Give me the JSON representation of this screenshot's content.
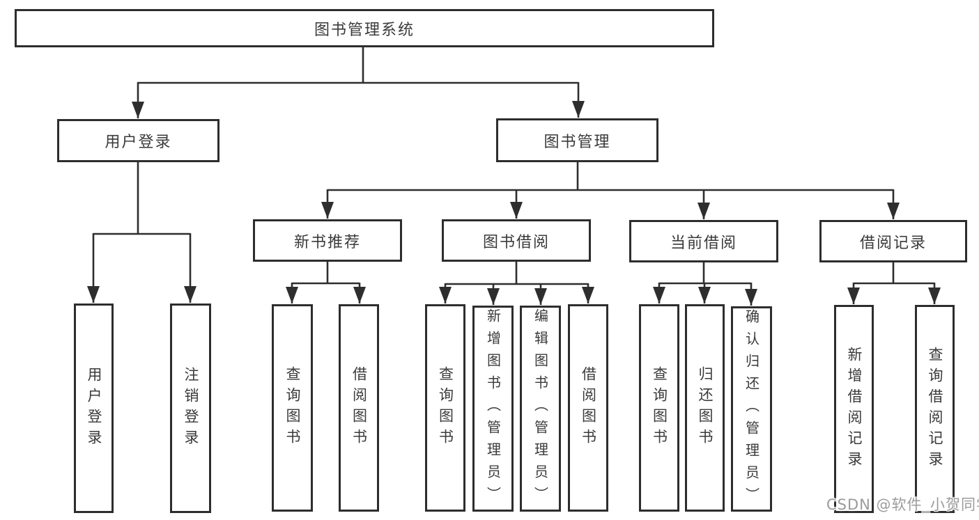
{
  "watermark": "CSDN @软件_小贺同学",
  "colors": {
    "line": "#2e2e2e",
    "box_border": "#2d2d2d",
    "text": "#3a3a3a",
    "watermark_text": "#9b9b9b",
    "background": "#ffffff"
  },
  "tree": {
    "label": "图书管理系统",
    "children": [
      {
        "label": "用户登录",
        "children": [
          {
            "label": "用户登录"
          },
          {
            "label": "注销登录"
          }
        ]
      },
      {
        "label": "图书管理",
        "children": [
          {
            "label": "新书推荐",
            "children": [
              {
                "label": "查询图书"
              },
              {
                "label": "借阅图书"
              }
            ]
          },
          {
            "label": "图书借阅",
            "children": [
              {
                "label": "查询图书"
              },
              {
                "label": "新增图书（管理员）"
              },
              {
                "label": "编辑图书（管理员）"
              },
              {
                "label": "借阅图书"
              }
            ]
          },
          {
            "label": "当前借阅",
            "children": [
              {
                "label": "查询图书"
              },
              {
                "label": "归还图书"
              },
              {
                "label": "确认归还（管理员）"
              }
            ]
          },
          {
            "label": "借阅记录",
            "children": [
              {
                "label": "新增借阅记录"
              },
              {
                "label": "查询借阅记录"
              }
            ]
          }
        ]
      }
    ]
  }
}
